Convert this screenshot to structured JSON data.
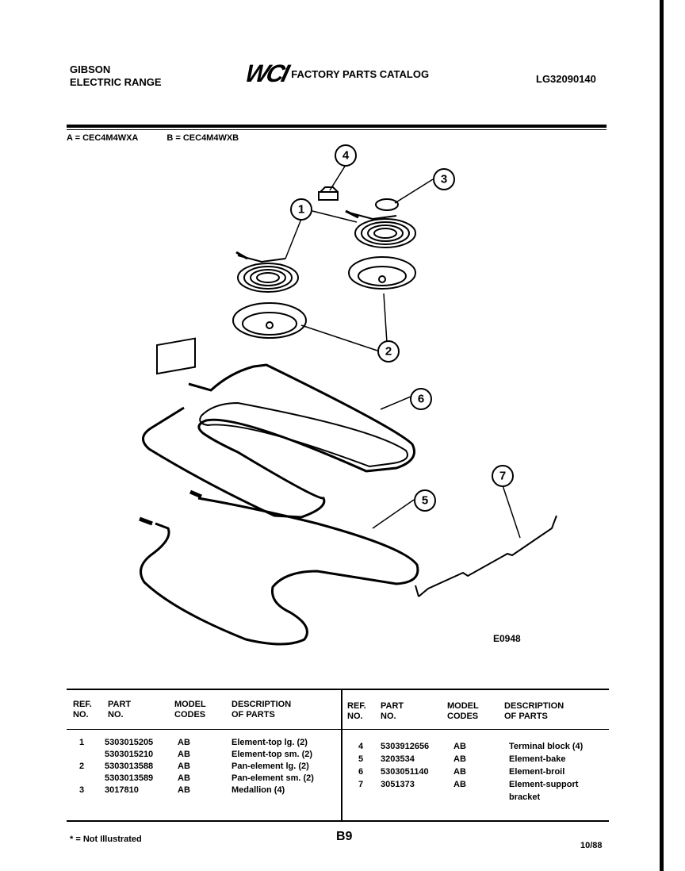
{
  "header": {
    "manufacturer_line1": "GIBSON",
    "manufacturer_line2": "ELECTRIC RANGE",
    "logo_text": "WCI",
    "catalog_title": "FACTORY PARTS CATALOG",
    "catalog_number": "LG32090140"
  },
  "models": {
    "a": "A = CEC4M4WXA",
    "b": "B = CEC4M4WXB"
  },
  "diagram": {
    "callouts": [
      "1",
      "2",
      "3",
      "4",
      "5",
      "6",
      "7"
    ],
    "figure_code": "E0948"
  },
  "table": {
    "headers": {
      "ref": "REF.\nNO.",
      "part": "PART\nNO.",
      "model": "MODEL\nCODES",
      "desc": "DESCRIPTION\nOF PARTS"
    },
    "left_rows": [
      {
        "ref": "1",
        "part": "5303015205",
        "codes": "AB",
        "desc": "Element-top lg. (2)"
      },
      {
        "ref": "",
        "part": "5303015210",
        "codes": "AB",
        "desc": "Element-top sm. (2)"
      },
      {
        "ref": "2",
        "part": "5303013588",
        "codes": "AB",
        "desc": "Pan-element lg. (2)"
      },
      {
        "ref": "",
        "part": "5303013589",
        "codes": "AB",
        "desc": "Pan-element sm. (2)"
      },
      {
        "ref": "3",
        "part": "3017810",
        "codes": "AB",
        "desc": "Medallion (4)"
      }
    ],
    "right_rows": [
      {
        "ref": "4",
        "part": "5303912656",
        "codes": "AB",
        "desc": "Terminal block (4)"
      },
      {
        "ref": "5",
        "part": "3203534",
        "codes": "AB",
        "desc": "Element-bake"
      },
      {
        "ref": "6",
        "part": "5303051140",
        "codes": "AB",
        "desc": "Element-broil"
      },
      {
        "ref": "7",
        "part": "3051373",
        "codes": "AB",
        "desc": "Element-support"
      },
      {
        "ref": "",
        "part": "",
        "codes": "",
        "desc": "bracket"
      }
    ]
  },
  "footer": {
    "note": "* = Not Illustrated",
    "page": "B9",
    "date": "10/88"
  }
}
